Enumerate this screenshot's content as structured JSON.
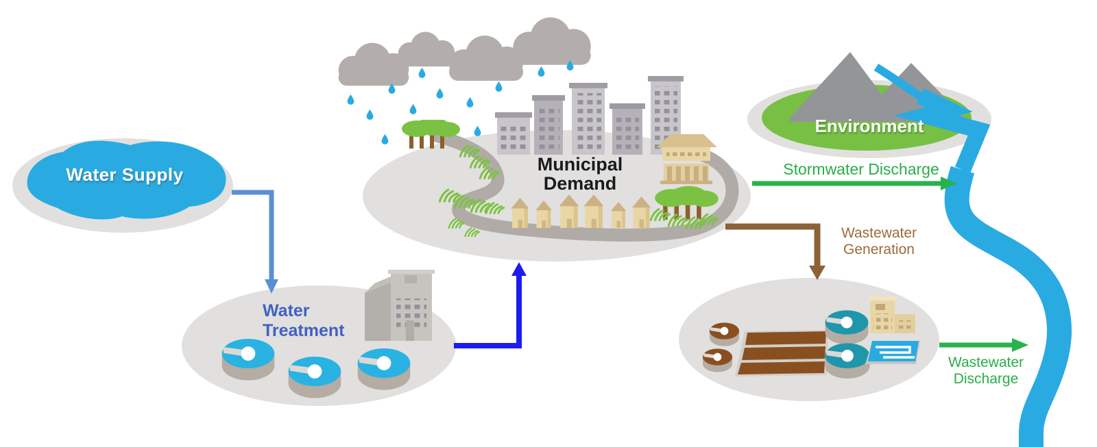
{
  "nodes": {
    "water_supply": {
      "label": "Water Supply"
    },
    "water_treatment": {
      "line1": "Water",
      "line2": "Treatment"
    },
    "municipal_demand": {
      "line1": "Municipal",
      "line2": "Demand"
    },
    "environment": {
      "label": "Environment"
    },
    "wastewater_treatment_plant": {
      "note": "treatment tanks icon cluster, no text label"
    }
  },
  "flows": {
    "supply_to_treatment": {
      "from": "water_supply",
      "to": "water_treatment",
      "color": "#5b8fd4"
    },
    "treatment_to_demand": {
      "from": "water_treatment",
      "to": "municipal_demand",
      "color": "#1d1cf0"
    },
    "stormwater_discharge": {
      "label": "Stormwater Discharge",
      "from": "municipal_demand",
      "to": "river",
      "color": "#28b24c"
    },
    "wastewater_generation": {
      "line1": "Wastewater",
      "line2": "Generation",
      "from": "municipal_demand",
      "to": "wastewater_treatment_plant",
      "color": "#8c6239"
    },
    "wastewater_discharge": {
      "line1": "Wastewater",
      "line2": "Discharge",
      "from": "wastewater_treatment_plant",
      "to": "river",
      "color": "#28b24c"
    }
  },
  "colors": {
    "water": "#29abe2",
    "platform_gray": "#e1e0df",
    "cloud_gray": "#b3aeab",
    "road_gray": "#b0aba7",
    "land_green": "#77c044",
    "foliage_green": "#7cc242",
    "mountain_gray": "#939598",
    "trunk_brown": "#8c5f2e",
    "building_light": "#c9c6cb",
    "building_dark": "#b4b1b8",
    "window_gray": "#94919b",
    "tan_light": "#e9d6a6",
    "tan_dark": "#cdb184",
    "teal": "#1f96ab",
    "sludge_brown": "#8a4f21",
    "text_white": "#ffffff",
    "text_black": "#1a1a1a",
    "text_blue": "#4161c1",
    "text_green": "#2aad4a",
    "text_brown": "#9c6b3a"
  }
}
